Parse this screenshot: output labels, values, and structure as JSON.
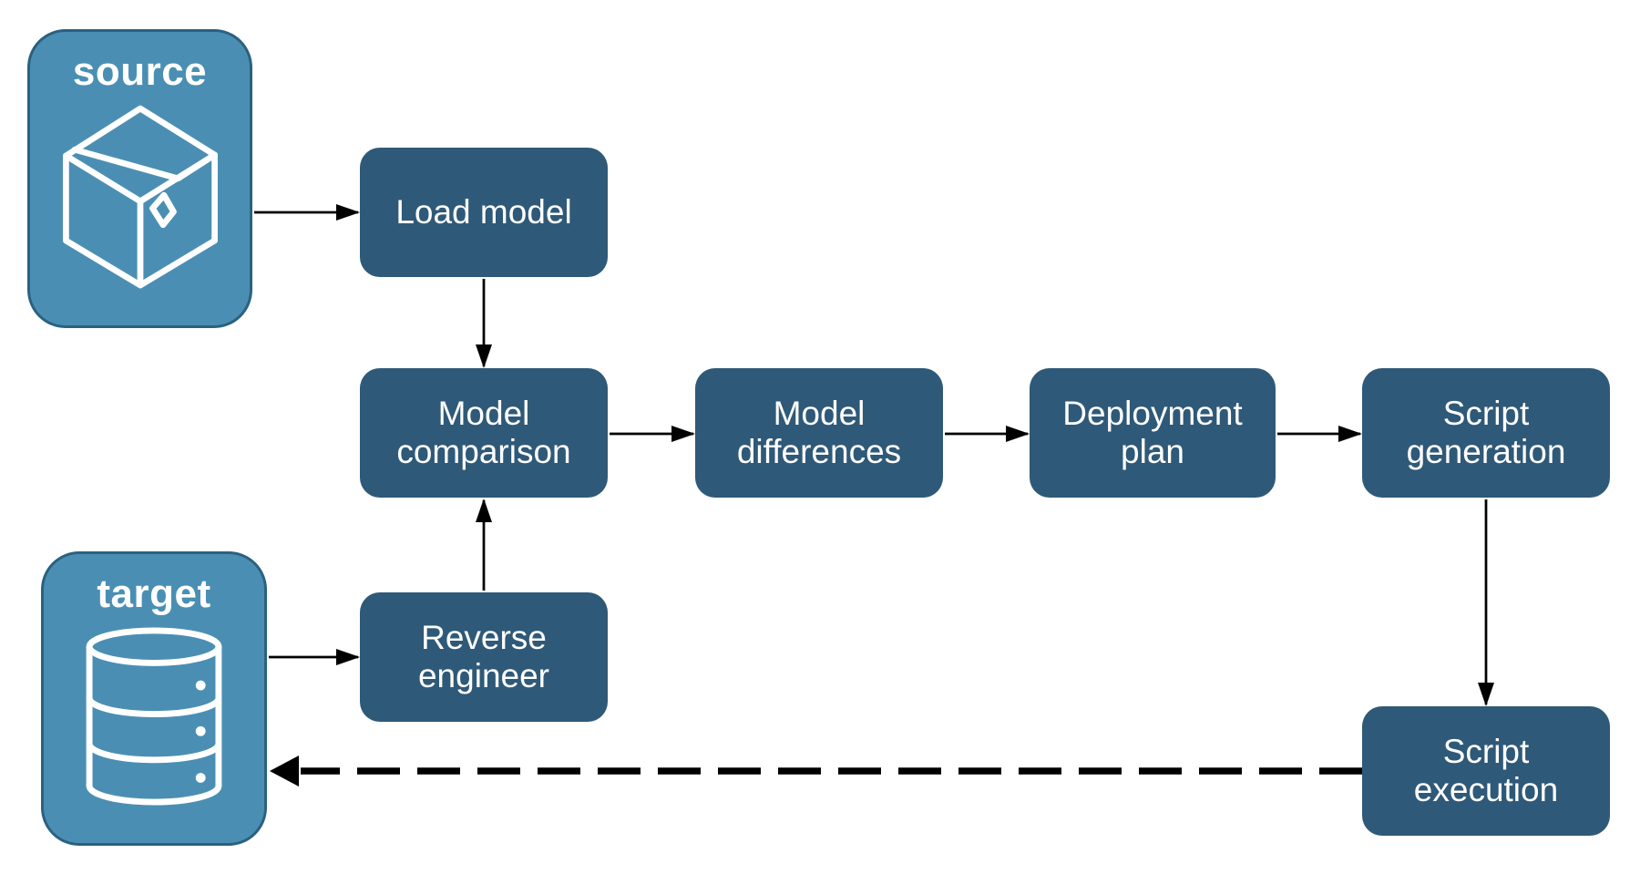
{
  "colors": {
    "background": "#FFFFFF",
    "container_fill": "#4A8FB3",
    "container_border": "#2B6180",
    "container_text": "#FFFFFF",
    "node_fill": "#2F5978",
    "node_text": "#FFFFFF",
    "arrow": "#000000"
  },
  "containers": {
    "source": {
      "label": "source",
      "icon": "package-icon"
    },
    "target": {
      "label": "target",
      "icon": "database-icon"
    }
  },
  "nodes": {
    "load_model": {
      "label": "Load model"
    },
    "model_comparison": {
      "label": "Model\ncomparison"
    },
    "model_differences": {
      "label": "Model\ndifferences"
    },
    "deployment_plan": {
      "label": "Deployment\nplan"
    },
    "script_generation": {
      "label": "Script\ngeneration"
    },
    "reverse_engineer": {
      "label": "Reverse\nengineer"
    },
    "script_execution": {
      "label": "Script\nexecution"
    }
  },
  "edges": [
    {
      "from": "source",
      "to": "load_model",
      "style": "solid"
    },
    {
      "from": "load_model",
      "to": "model_comparison",
      "style": "solid"
    },
    {
      "from": "model_comparison",
      "to": "model_differences",
      "style": "solid"
    },
    {
      "from": "model_differences",
      "to": "deployment_plan",
      "style": "solid"
    },
    {
      "from": "deployment_plan",
      "to": "script_generation",
      "style": "solid"
    },
    {
      "from": "script_generation",
      "to": "script_execution",
      "style": "solid"
    },
    {
      "from": "target",
      "to": "reverse_engineer",
      "style": "solid"
    },
    {
      "from": "reverse_engineer",
      "to": "model_comparison",
      "style": "solid"
    },
    {
      "from": "script_execution",
      "to": "target",
      "style": "dashed"
    }
  ]
}
